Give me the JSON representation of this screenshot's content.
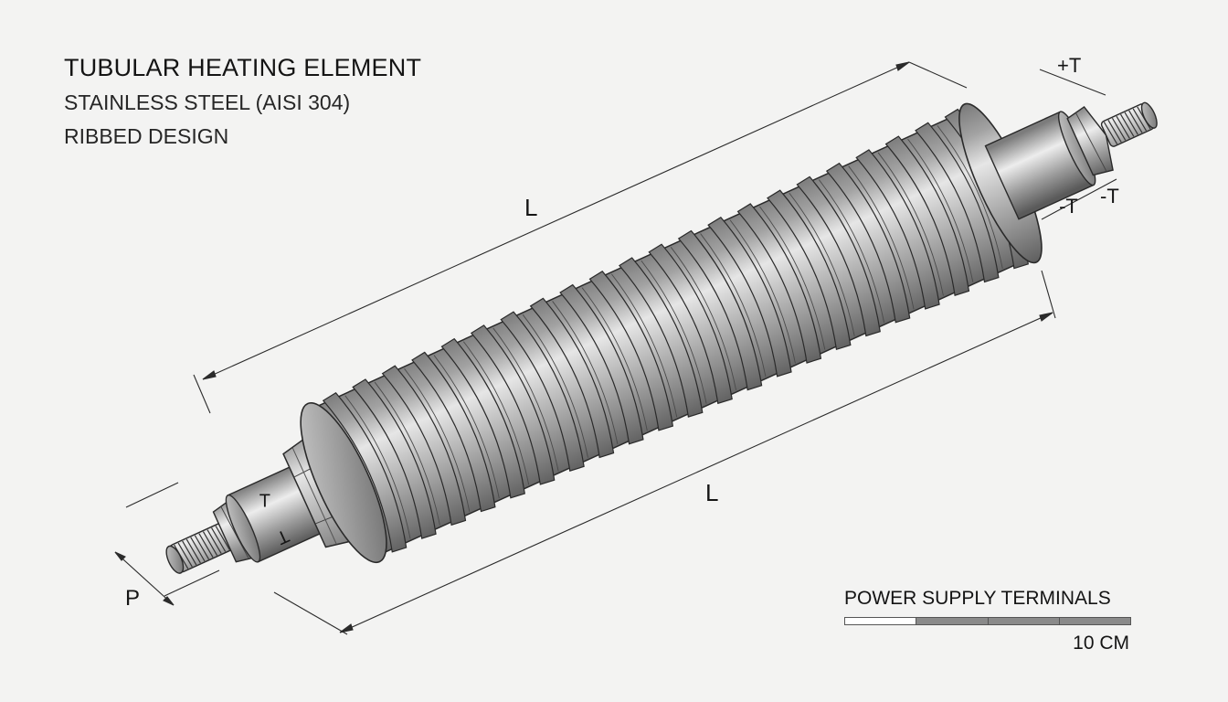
{
  "title": "TUBULAR HEATING ELEMENT",
  "subtitle": "STAINLESS STEEL (AISI 304)",
  "subtitle2": "RIBBED DESIGN",
  "labels": {
    "length_top": "L",
    "length_bottom": "L",
    "pitch": "P",
    "terminal_plus": "+T",
    "terminal_minus_body": "-T",
    "terminal_minus_dim": "-T",
    "left_marker_top": "T",
    "left_marker_bottom": "T"
  },
  "scale": {
    "label": "POWER SUPPLY TERMINALS",
    "value": "10 CM",
    "segment_fills": [
      "#ffffff",
      "#8a8a8a",
      "#8a8a8a",
      "#8a8a8a"
    ]
  },
  "colors": {
    "background": "#f3f3f2",
    "steel_dark": "#6f6f6f",
    "steel_mid": "#a9a9a9",
    "steel_light": "#efefef",
    "outline": "#2a2a2a"
  },
  "rib_count": 22
}
